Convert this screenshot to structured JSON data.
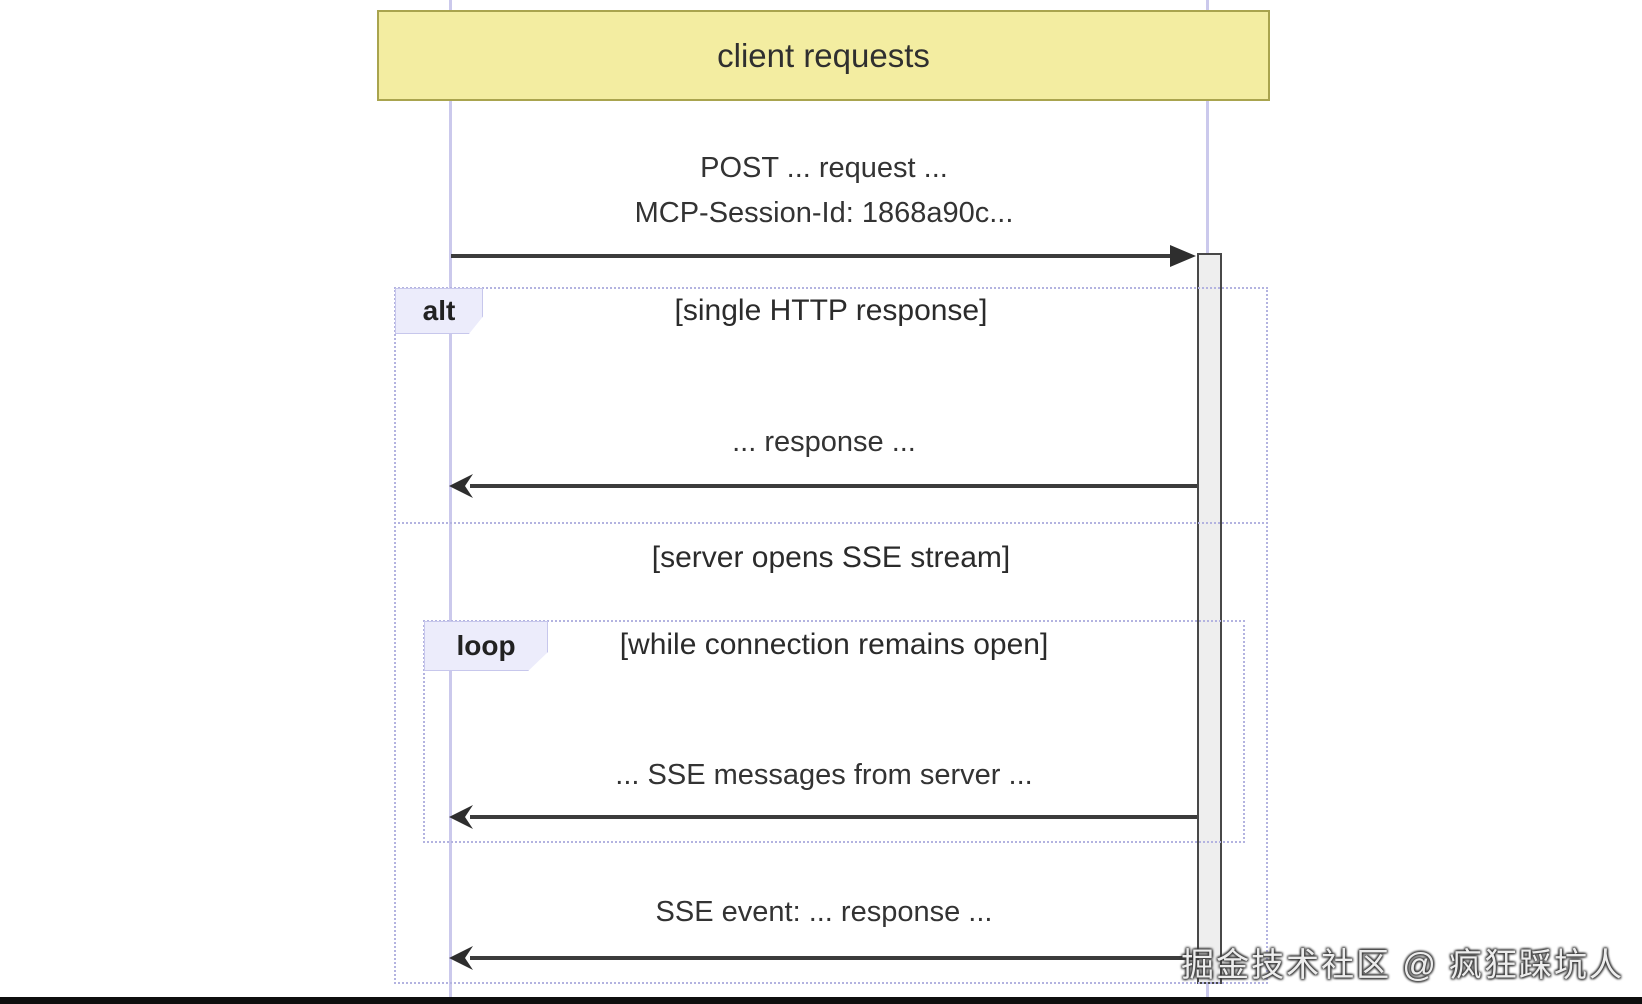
{
  "note": {
    "label": "client requests"
  },
  "messages": {
    "post": {
      "line1": "POST ... request ...",
      "line2": "MCP-Session-Id: 1868a90c..."
    },
    "response": "... response ...",
    "sse_stream": "... SSE messages from server ...",
    "sse_event": "SSE event: ... response ..."
  },
  "alt_frame": {
    "label": "alt",
    "guard_primary": "[single HTTP response]",
    "guard_else": "[server opens SSE stream]"
  },
  "loop_frame": {
    "label": "loop",
    "guard": "[while connection remains open]"
  },
  "watermark": {
    "text": "掘金技术社区 @ 疯狂踩坑人"
  },
  "colors": {
    "note_fill": "#F3EDA1",
    "note_border": "#A9A44E",
    "lifeline": "#CBC9EC",
    "frame_border": "#B3B3E0",
    "frame_label_fill": "#ECECFB",
    "arrow": "#3C3C3C",
    "activation_fill": "#EEEEEE",
    "activation_border": "#484848",
    "text": "#2E2E2E",
    "watermark_fill": "#EDEDED",
    "bottom_bar": "#0E0E0E"
  }
}
